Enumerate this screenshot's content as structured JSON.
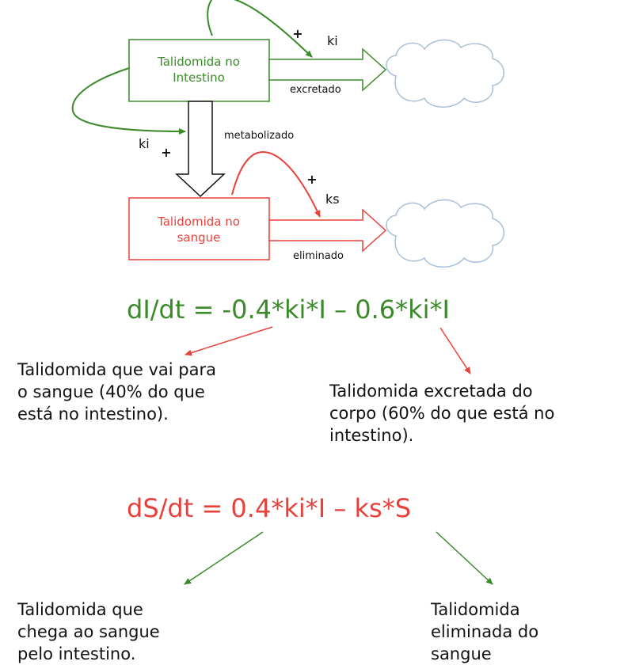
{
  "colors": {
    "green": "#3a8a2a",
    "red": "#e8413b",
    "black": "#111111",
    "cloud": "#a9bfd6"
  },
  "diagram": {
    "box_intestine": {
      "line1": "Talidomida no",
      "line2": "Intestino"
    },
    "box_blood": {
      "line1": "Talidomida no",
      "line2": "sangue"
    },
    "label_ki_top": "ki",
    "label_plus_top": "+",
    "label_excretado": "excretado",
    "label_metabolizado": "metabolizado",
    "label_ki_left": "ki",
    "label_plus_left": "+",
    "label_plus_mid": "+",
    "label_ks": "ks",
    "label_eliminado": "eliminado"
  },
  "equations": {
    "eq1": "dI/dt = -0.4*ki*I – 0.6*ki*I",
    "eq2": "dS/dt = 0.4*ki*I – ks*S"
  },
  "notes": {
    "note1": [
      "Talidomida que vai para",
      "o sangue (40% do que",
      "está no intestino)."
    ],
    "note2": [
      "Talidomida excretada do",
      "corpo (60% do que está no",
      "intestino)."
    ],
    "note3": [
      "Talidomida que",
      "chega ao sangue",
      "pelo intestino."
    ],
    "note4": [
      "Talidomida",
      "eliminada do",
      "sangue"
    ]
  }
}
